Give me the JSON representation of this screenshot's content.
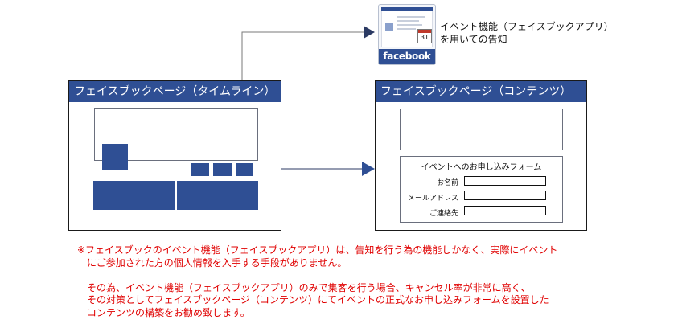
{
  "facebook_icon": {
    "brand_text": "facebook",
    "calendar_date": "31",
    "caption_line1": "イベント機能（フェイスブックアプリ）",
    "caption_line2": "を用いての告知"
  },
  "timeline_page": {
    "title": "フェイスブックページ（タイムライン）"
  },
  "contents_page": {
    "title": "フェイスブックページ（コンテンツ）",
    "form": {
      "title": "イベントへのお申し込みフォーム",
      "fields": [
        {
          "label": "お名前",
          "value": ""
        },
        {
          "label": "メールアドレス",
          "value": ""
        },
        {
          "label": "ご連絡先",
          "value": ""
        }
      ]
    }
  },
  "notes": {
    "paragraph1": [
      "※フェイスブックのイベント機能（フェイスブックアプリ）は、告知を行う為の機能しかなく、実際にイベント",
      "にご参加された方の個人情報を入手する手段がありません。"
    ],
    "paragraph2": [
      "その為、イベント機能（フェイスブックアプリ）のみで集客を行う場合、キャンセル率が非常に高く、",
      "その対策としてフェイスブックページ（コンテンツ）にてイベントの正式なお申し込みフォームを設置した",
      "コンテンツの構築をお勧め致します。"
    ]
  },
  "colors": {
    "facebook_blue": "#2f4f94",
    "note_red": "#e00000",
    "connector_gray": "#7a7a7a",
    "connector_dark": "#2b3a63"
  }
}
